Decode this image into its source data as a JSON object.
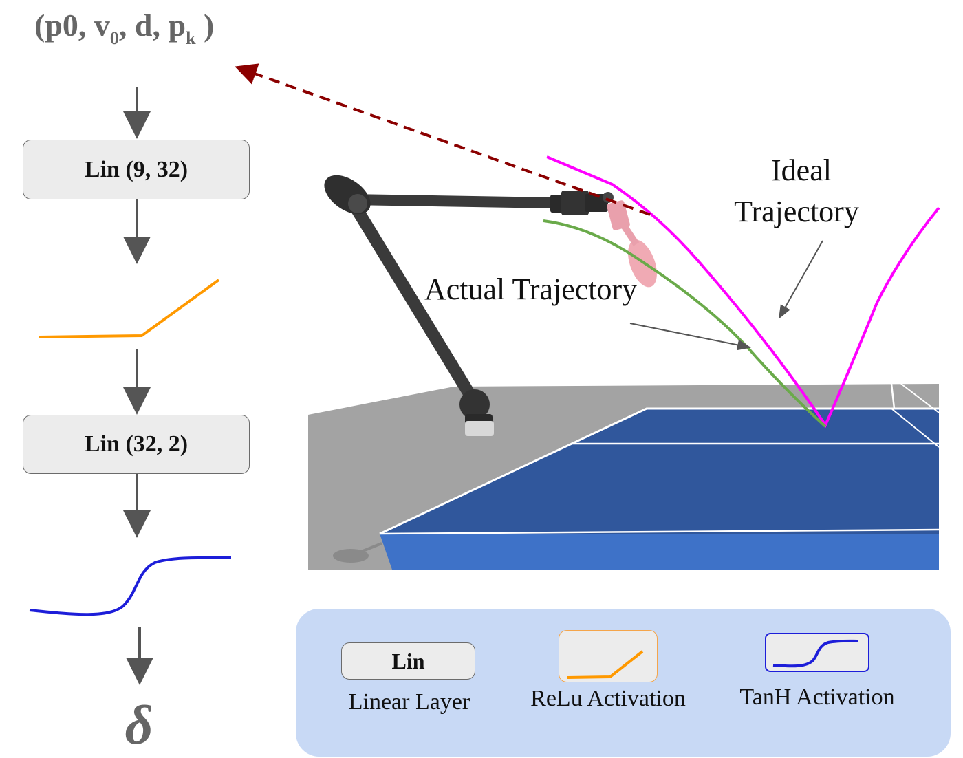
{
  "network": {
    "input_label": {
      "main": "(p0, v",
      "sub1": "0",
      "mid": ", d, p",
      "sub2": "k",
      "end": " )"
    },
    "layers": [
      {
        "kind": "linear",
        "label": "Lin (9, 32)"
      },
      {
        "kind": "relu",
        "label": ""
      },
      {
        "kind": "linear",
        "label": "Lin (32, 2)"
      },
      {
        "kind": "tanh",
        "label": ""
      }
    ],
    "output_label": "δ"
  },
  "scene": {
    "ideal_label_line1": "Ideal",
    "ideal_label_line2": "Trajectory",
    "actual_label": "Actual Trajectory",
    "colors": {
      "ideal_trajectory": "#ff00ff",
      "actual_trajectory": "#6aaa4a",
      "feedback_arrow": "#8b0000",
      "table_top": "#30579c",
      "table_side": "#3e72c8",
      "floor": "#a3a3a3",
      "robot_arm": "#3e3e3e",
      "paddle": "#f0aab4"
    }
  },
  "legend": {
    "linear_symbol": "Lin",
    "linear_caption": "Linear Layer",
    "relu_caption": "ReLu Activation",
    "tanh_caption": "TanH Activation",
    "colors": {
      "panel": "#c8d9f5",
      "relu": "#ff9900",
      "tanh": "#1d1ed9"
    }
  }
}
